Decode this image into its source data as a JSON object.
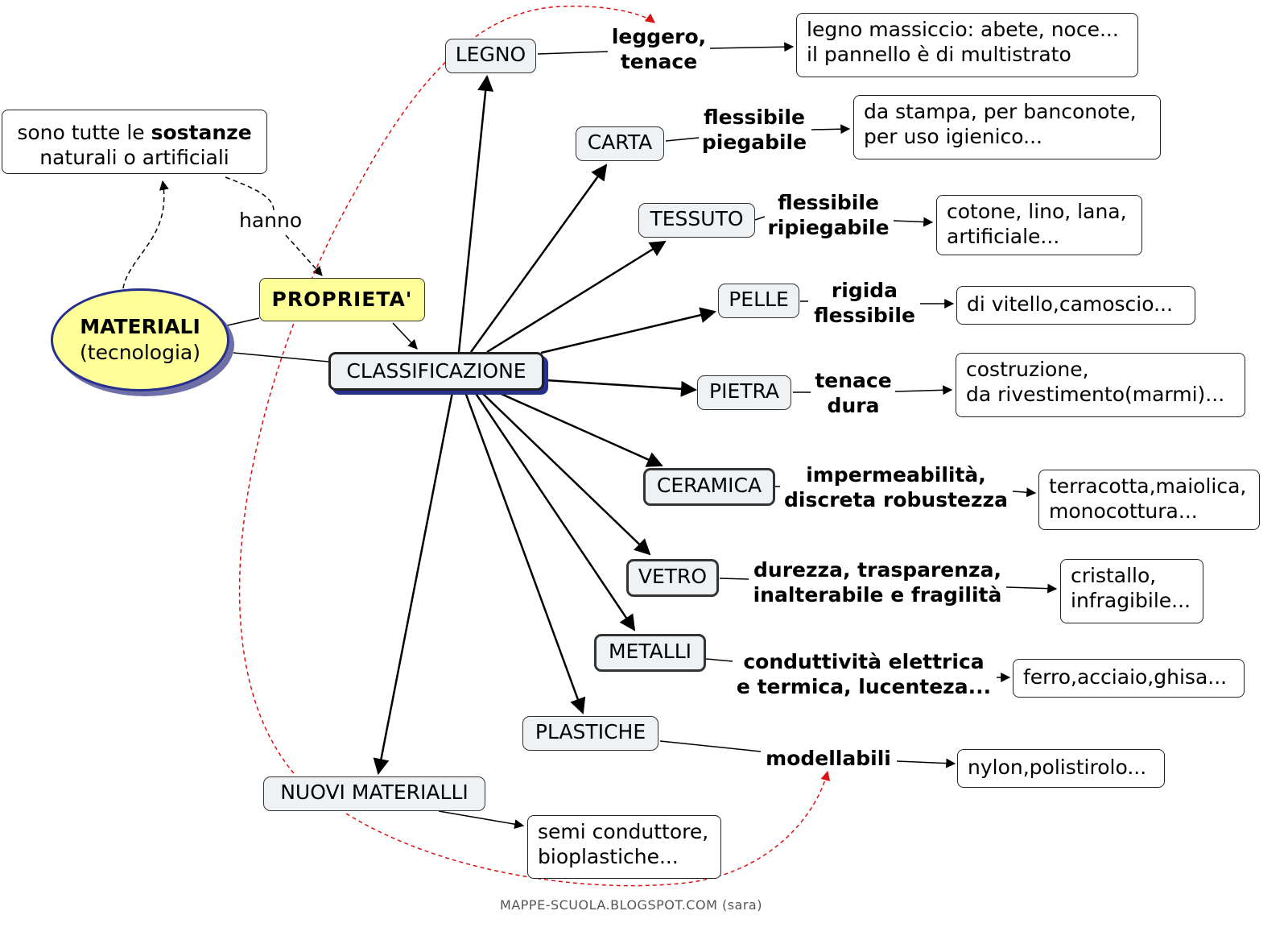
{
  "center": {
    "title": "MATERIALI",
    "subtitle": "(tecnologia)",
    "definition_pre": "sono tutte le ",
    "definition_bold": "sostanze",
    "definition_post": "naturali o artificiali",
    "link_label": "hanno",
    "properties": "PROPRIETA'",
    "classification": "CLASSIFICAZIONE"
  },
  "categories": [
    {
      "name": "LEGNO",
      "prop1": "leggero,",
      "prop2": "tenace",
      "ex1": "legno massiccio: abete, noce...",
      "ex2": "il pannello è di multistrato"
    },
    {
      "name": "CARTA",
      "prop1": "flessibile",
      "prop2": "piegabile",
      "ex1": "da stampa, per banconote,",
      "ex2": "per uso igienico..."
    },
    {
      "name": "TESSUTO",
      "prop1": "flessibile",
      "prop2": "ripiegabile",
      "ex1": "cotone, lino, lana,",
      "ex2": "artificiale..."
    },
    {
      "name": "PELLE",
      "prop1": "rigida",
      "prop2": "flessibile",
      "ex1": "di vitello,camoscio...",
      "ex2": ""
    },
    {
      "name": "PIETRA",
      "prop1": "tenace",
      "prop2": "dura",
      "ex1": "costruzione,",
      "ex2": "da rivestimento(marmi)..."
    },
    {
      "name": "CERAMICA",
      "prop1": "impermeabilità,",
      "prop2": "discreta robustezza",
      "ex1": "terracotta,maiolica,",
      "ex2": "monocottura..."
    },
    {
      "name": "VETRO",
      "prop1": "durezza, trasparenza,",
      "prop2": "inalterabile e fragilità",
      "ex1": "cristallo,",
      "ex2": "infragibile..."
    },
    {
      "name": "METALLI",
      "prop1": "conduttività elettrica",
      "prop2": "e termica, lucenteza...",
      "ex1": "ferro,acciaio,ghisa...",
      "ex2": ""
    },
    {
      "name": "PLASTICHE",
      "prop1": "modellabili",
      "prop2": "",
      "ex1": "nylon,polistirolo...",
      "ex2": ""
    },
    {
      "name": "NUOVI MATERIALLI",
      "prop1": "",
      "prop2": "",
      "ex1": "semi conduttore,",
      "ex2": "bioplastiche..."
    }
  ],
  "footer": "MAPPE-SCUOLA.BLOGSPOT.COM  (sara)",
  "colors": {
    "highlight": "#ffff99",
    "category_fill": "#eef2f4",
    "ellipse_border": "#262f8c",
    "red_link": "#dd1111"
  }
}
